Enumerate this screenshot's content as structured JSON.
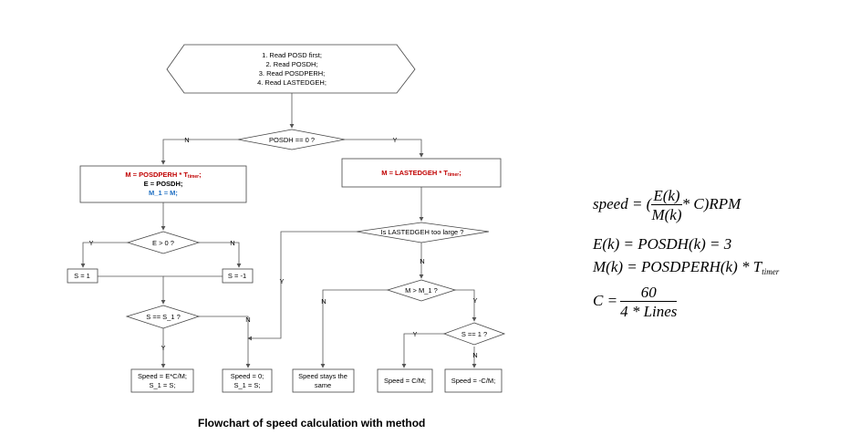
{
  "flowchart": {
    "start": [
      "1. Read POSD first;",
      "2. Read POSDH;",
      "3. Read POSDPERH;",
      "4. Read LASTEDGEH;"
    ],
    "d_posdh": "POSDH == 0 ?",
    "left_box": {
      "l1_main": "M = POSDPERH * T",
      "l1_sub": "timer",
      "l1_end": ";",
      "l2": "E = POSDH;",
      "l3": "M_1 = M;"
    },
    "right_box": {
      "main": "M = LASTEDGEH * T",
      "sub": "timer",
      "end": ";"
    },
    "d_e": "E > 0 ?",
    "s_pos": "S = 1",
    "s_neg": "S = -1",
    "d_s1": "S == S_1 ?",
    "d_lastedge": "Is LASTEDGEH too large ?",
    "d_m": "M > M_1 ?",
    "d_s": "S == 1 ?",
    "out1": [
      "Speed = E*C/M;",
      "S_1 = S;"
    ],
    "out2": [
      "Speed = 0;",
      "S_1 = S;"
    ],
    "out3": [
      "Speed stays the",
      "same"
    ],
    "out4": "Speed = C/M;",
    "out5": "Speed = -C/M;",
    "labels": {
      "y": "Y",
      "n": "N"
    }
  },
  "caption": "Flowchart of speed calculation with method",
  "formulas": {
    "speed_lhs": "speed = (",
    "speed_num": "E(k)",
    "speed_den": "M(k)",
    "speed_rhs": "* C)RPM",
    "e_line": "E(k) = POSDH(k) = 3",
    "m_line": "M(k) = POSDPERH(k) * T",
    "m_sub": "timer",
    "c_lhs": "C =",
    "c_num": "60",
    "c_den": "4 * Lines"
  },
  "colors": {
    "red": "#c00000",
    "blue": "#1f6fc2"
  }
}
